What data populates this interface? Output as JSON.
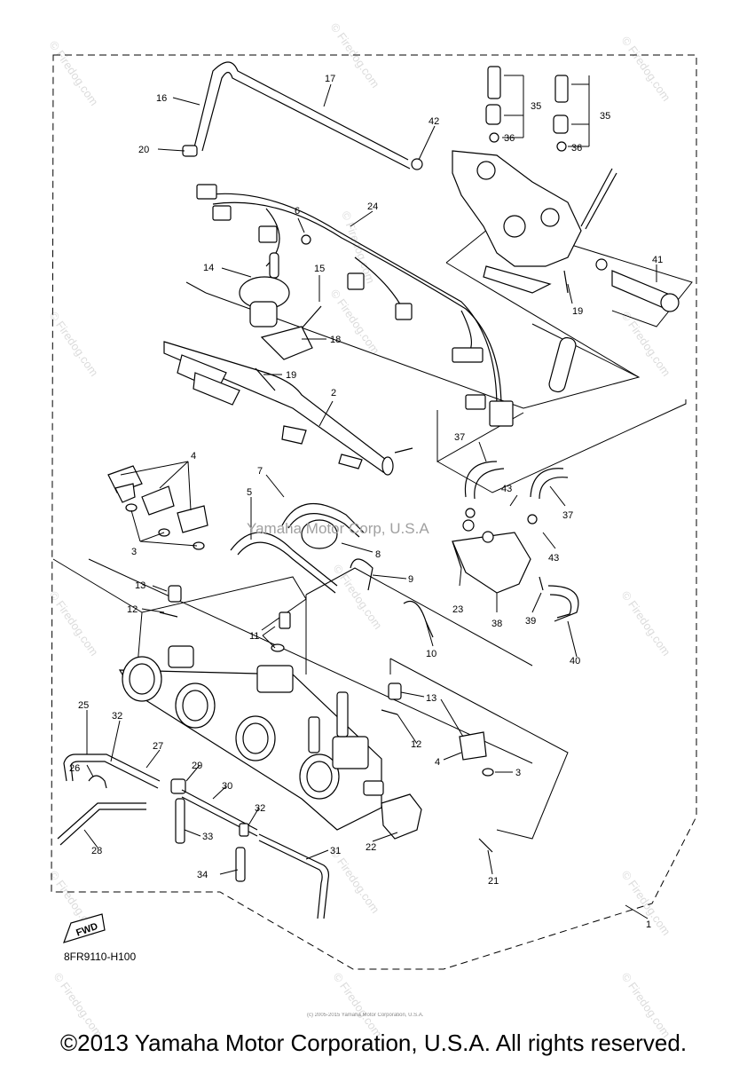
{
  "diagram": {
    "code": "8FR9110-H100",
    "fwd_label": "FWD",
    "callouts": {
      "c1": "1",
      "c2": "2",
      "c3a": "3",
      "c3b": "3",
      "c4a": "4",
      "c4b": "4",
      "c5": "5",
      "c6": "6",
      "c7": "7",
      "c8": "8",
      "c9": "9",
      "c10": "10",
      "c11": "11",
      "c12a": "12",
      "c12b": "12",
      "c13a": "13",
      "c13b": "13",
      "c14": "14",
      "c15": "15",
      "c16": "16",
      "c17": "17",
      "c18": "18",
      "c19a": "19",
      "c19b": "19",
      "c20": "20",
      "c21": "21",
      "c22": "22",
      "c23": "23",
      "c24": "24",
      "c25": "25",
      "c26": "26",
      "c27": "27",
      "c28": "28",
      "c29": "29",
      "c30": "30",
      "c31": "31",
      "c32a": "32",
      "c32b": "32",
      "c33": "33",
      "c34": "34",
      "c35a": "35",
      "c35b": "35",
      "c36a": "36",
      "c36b": "36",
      "c37a": "37",
      "c37b": "37",
      "c38": "38",
      "c39": "39",
      "c40": "40",
      "c41": "41",
      "c42": "42",
      "c43a": "43",
      "c43b": "43"
    }
  },
  "watermarks": {
    "site": "© Firedog.com",
    "center": "Yamaha Motor Corp, U.S.A",
    "small": "(c) 2005-2015 Yamaha Motor Corporation, U.S.A."
  },
  "footer": {
    "copyright": "©2013 Yamaha Motor Corporation, U.S.A. All rights reserved."
  }
}
